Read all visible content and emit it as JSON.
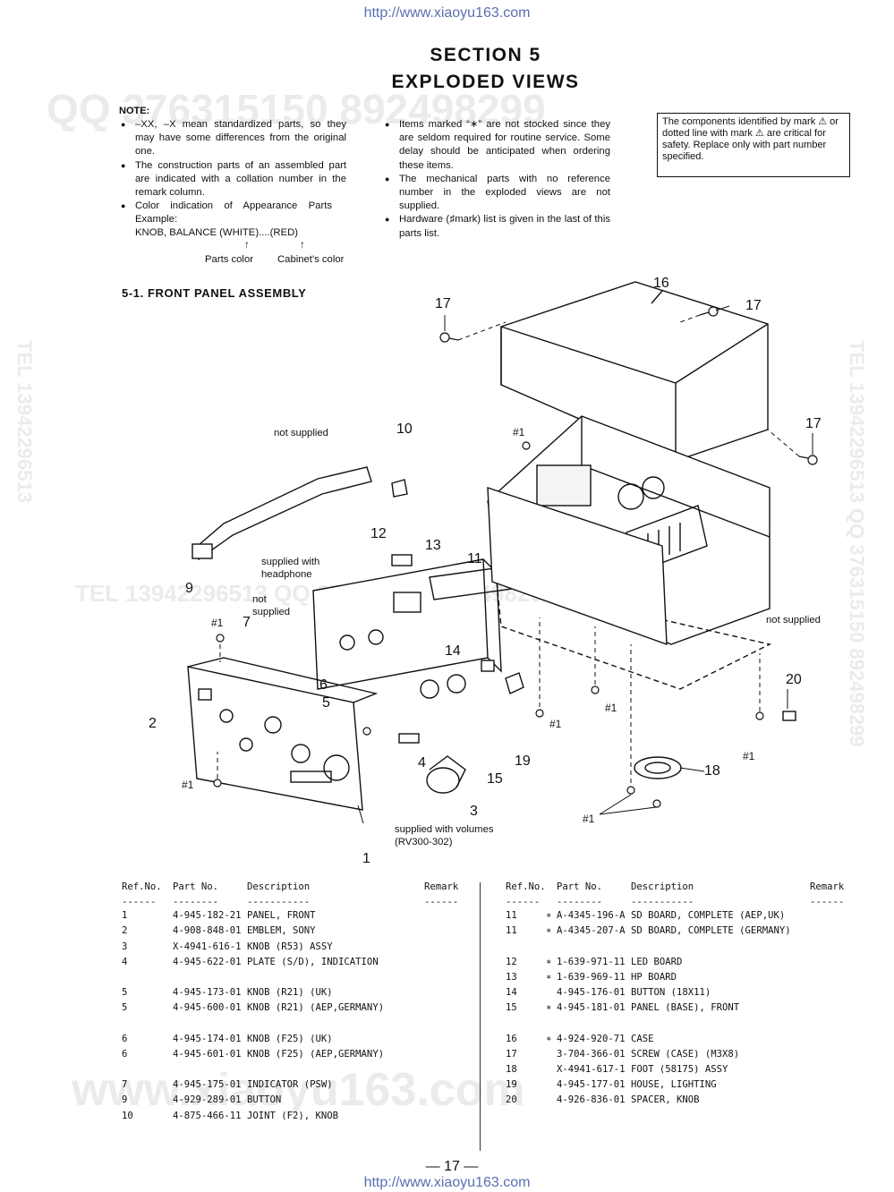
{
  "watermark": {
    "qq": "QQ  376315150   892498299",
    "tel_mid": "TEL  13942296513  QQ  376315150   892498299",
    "side_right": "TEL  13942296513  QQ  376315150  892498299",
    "side_left": "TEL  13942296513",
    "bottom": "www.xiaoyu163.com"
  },
  "source_url": "http://www.xiaoyu163.com",
  "heading": {
    "line1": "SECTION 5",
    "line2": "EXPLODED VIEWS"
  },
  "note": {
    "label": "NOTE:",
    "col1": [
      "–XX, –X mean standardized parts, so they may have some differences from the original one.",
      "The construction parts of an assembled part are indicated with a collation number in the remark column.",
      "Color indication of Appearance Parts Example:"
    ],
    "example_line": "KNOB, BALANCE (WHITE)....(RED)",
    "arrow_left": "↑",
    "arrow_right": "↑",
    "parts_color": "Parts color",
    "cabinet_color": "Cabinet's color",
    "col2": [
      "Items marked “∗” are not stocked since they are seldom required for routine service. Some delay should be anticipated when ordering these items.",
      "The mechanical parts with no reference number in the exploded views are not supplied.",
      "Hardware (♯mark) list is given in the last of this parts list."
    ],
    "safety": "The components identified by mark ⚠ or dotted line with mark ⚠ are critical for safety. Replace only with part number specified."
  },
  "subsection": "5-1. FRONT PANEL ASSEMBLY",
  "callouts": {
    "c16": "16",
    "c17a": "17",
    "c17b": "17",
    "c17c": "17",
    "c10": "10",
    "c12": "12",
    "c13": "13",
    "c11": "11",
    "c9": "9",
    "c7": "7",
    "c6": "6",
    "c5": "5",
    "c2": "2",
    "c14": "14",
    "c19": "19",
    "c4": "4",
    "c15": "15",
    "c3": "3",
    "c1": "1",
    "c18": "18",
    "c20": "20",
    "h1a": "#1",
    "h1b": "#1",
    "h1c": "#1",
    "h1d": "#1",
    "h1e": "#1",
    "h1f": "#1",
    "h1g": "#1"
  },
  "labels": {
    "not_supplied_top": "not supplied",
    "supplied_headphone": "supplied with headphone",
    "not_supplied_mid": "not supplied",
    "not_supplied_right": "not supplied",
    "supplied_volumes": "supplied with volumes (RV300-302)"
  },
  "table": {
    "headers": {
      "ref": "Ref.No.",
      "part": "Part No.",
      "desc": "Description",
      "remark": "Remark"
    },
    "dashes": {
      "ref": "------",
      "part": "--------",
      "desc": "-----------",
      "remark": "------"
    },
    "left": [
      {
        "ref": "1",
        "part": "4-945-182-21",
        "desc": "PANEL, FRONT"
      },
      {
        "ref": "2",
        "part": "4-908-848-01",
        "desc": "EMBLEM, SONY"
      },
      {
        "ref": "3",
        "part": "X-4941-616-1",
        "desc": "KNOB (R53) ASSY"
      },
      {
        "ref": "4",
        "part": "4-945-622-01",
        "desc": "PLATE (S/D), INDICATION"
      },
      {
        "gap": true
      },
      {
        "ref": "5",
        "part": "4-945-173-01",
        "desc": "KNOB (R21) (UK)"
      },
      {
        "ref": "5",
        "part": "4-945-600-01",
        "desc": "KNOB (R21) (AEP,GERMANY)"
      },
      {
        "gap": true
      },
      {
        "ref": "6",
        "part": "4-945-174-01",
        "desc": "KNOB (F25) (UK)"
      },
      {
        "ref": "6",
        "part": "4-945-601-01",
        "desc": "KNOB (F25) (AEP,GERMANY)"
      },
      {
        "gap": true
      },
      {
        "ref": "7",
        "part": "4-945-175-01",
        "desc": "INDICATOR (PSW)"
      },
      {
        "ref": "9",
        "part": "4-929-289-01",
        "desc": "BUTTON"
      },
      {
        "ref": "10",
        "part": "4-875-466-11",
        "desc": "JOINT (F2), KNOB"
      }
    ],
    "right": [
      {
        "ref": "11",
        "star": "∗",
        "part": "A-4345-196-A",
        "desc": "SD BOARD, COMPLETE (AEP,UK)"
      },
      {
        "ref": "11",
        "star": "∗",
        "part": "A-4345-207-A",
        "desc": "SD BOARD, COMPLETE (GERMANY)"
      },
      {
        "gap": true
      },
      {
        "ref": "12",
        "star": "∗",
        "part": "1-639-971-11",
        "desc": "LED BOARD"
      },
      {
        "ref": "13",
        "star": "∗",
        "part": "1-639-969-11",
        "desc": "HP BOARD"
      },
      {
        "ref": "14",
        "star": "",
        "part": "4-945-176-01",
        "desc": "BUTTON (18X11)"
      },
      {
        "ref": "15",
        "star": "∗",
        "part": "4-945-181-01",
        "desc": "PANEL (BASE), FRONT"
      },
      {
        "gap": true
      },
      {
        "ref": "16",
        "star": "∗",
        "part": "4-924-920-71",
        "desc": "CASE"
      },
      {
        "ref": "17",
        "star": "",
        "part": "3-704-366-01",
        "desc": "SCREW (CASE) (M3X8)"
      },
      {
        "ref": "18",
        "star": "",
        "part": "X-4941-617-1",
        "desc": "FOOT (58175) ASSY"
      },
      {
        "ref": "19",
        "star": "",
        "part": "4-945-177-01",
        "desc": "HOUSE, LIGHTING"
      },
      {
        "ref": "20",
        "star": "",
        "part": "4-926-836-01",
        "desc": "SPACER, KNOB"
      }
    ]
  },
  "page_number": "— 17 —"
}
